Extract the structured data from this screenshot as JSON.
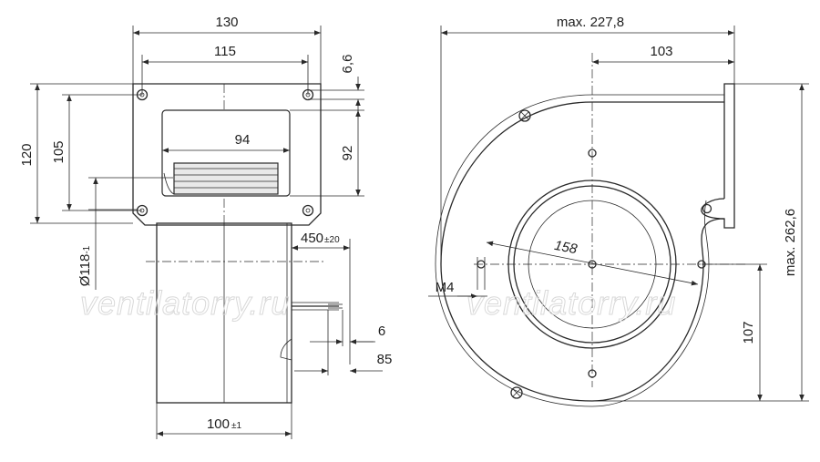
{
  "watermark": "ventilatorry.ru",
  "side_view": {
    "dim_width_total": "130",
    "dim_hole_spacing": "115",
    "dim_outlet_width": "94",
    "dim_flange_height": "120",
    "dim_hole_vertical": "105",
    "dim_outlet_height": "92",
    "dim_hole_offset": "6,6",
    "dim_diameter": "Ø118",
    "dim_diameter_tol": "-1",
    "dim_cable_length": "450",
    "dim_cable_length_tol": "±20",
    "dim_wire_strip": "6",
    "dim_insulation_strip": "85",
    "dim_body_width": "100",
    "dim_body_width_tol": "±1"
  },
  "front_view": {
    "dim_max_width": "max. 227,8",
    "dim_right_offset": "103",
    "dim_inlet_diameter": "158",
    "dim_thread": "M4",
    "dim_axis_height": "107",
    "dim_max_height": "max. 262,6"
  }
}
